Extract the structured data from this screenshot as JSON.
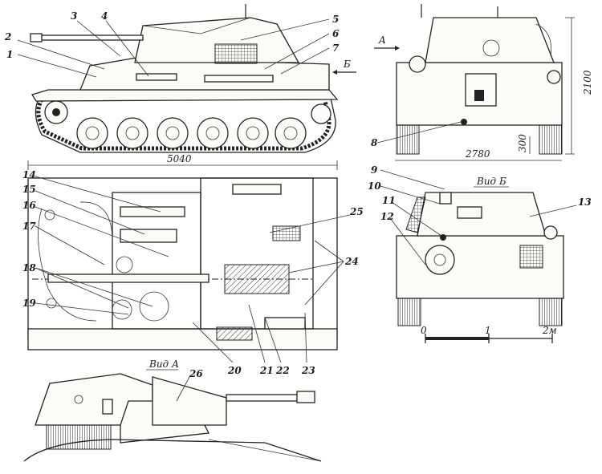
{
  "drawing": {
    "callouts": [
      "1",
      "2",
      "3",
      "4",
      "5",
      "6",
      "7",
      "8",
      "9",
      "10",
      "11",
      "12",
      "13",
      "14",
      "15",
      "16",
      "17",
      "18",
      "19",
      "20",
      "21",
      "22",
      "23",
      "24",
      "25",
      "26"
    ],
    "views": {
      "arrow_a": "A",
      "arrow_b": "Б",
      "view_a": "Вид А",
      "view_b": "Вид Б"
    },
    "dimensions": {
      "length": "5040",
      "height": "2100",
      "width": "2780",
      "clearance": "300"
    },
    "scale": {
      "ticks": [
        "0",
        "1",
        "2м"
      ]
    }
  }
}
